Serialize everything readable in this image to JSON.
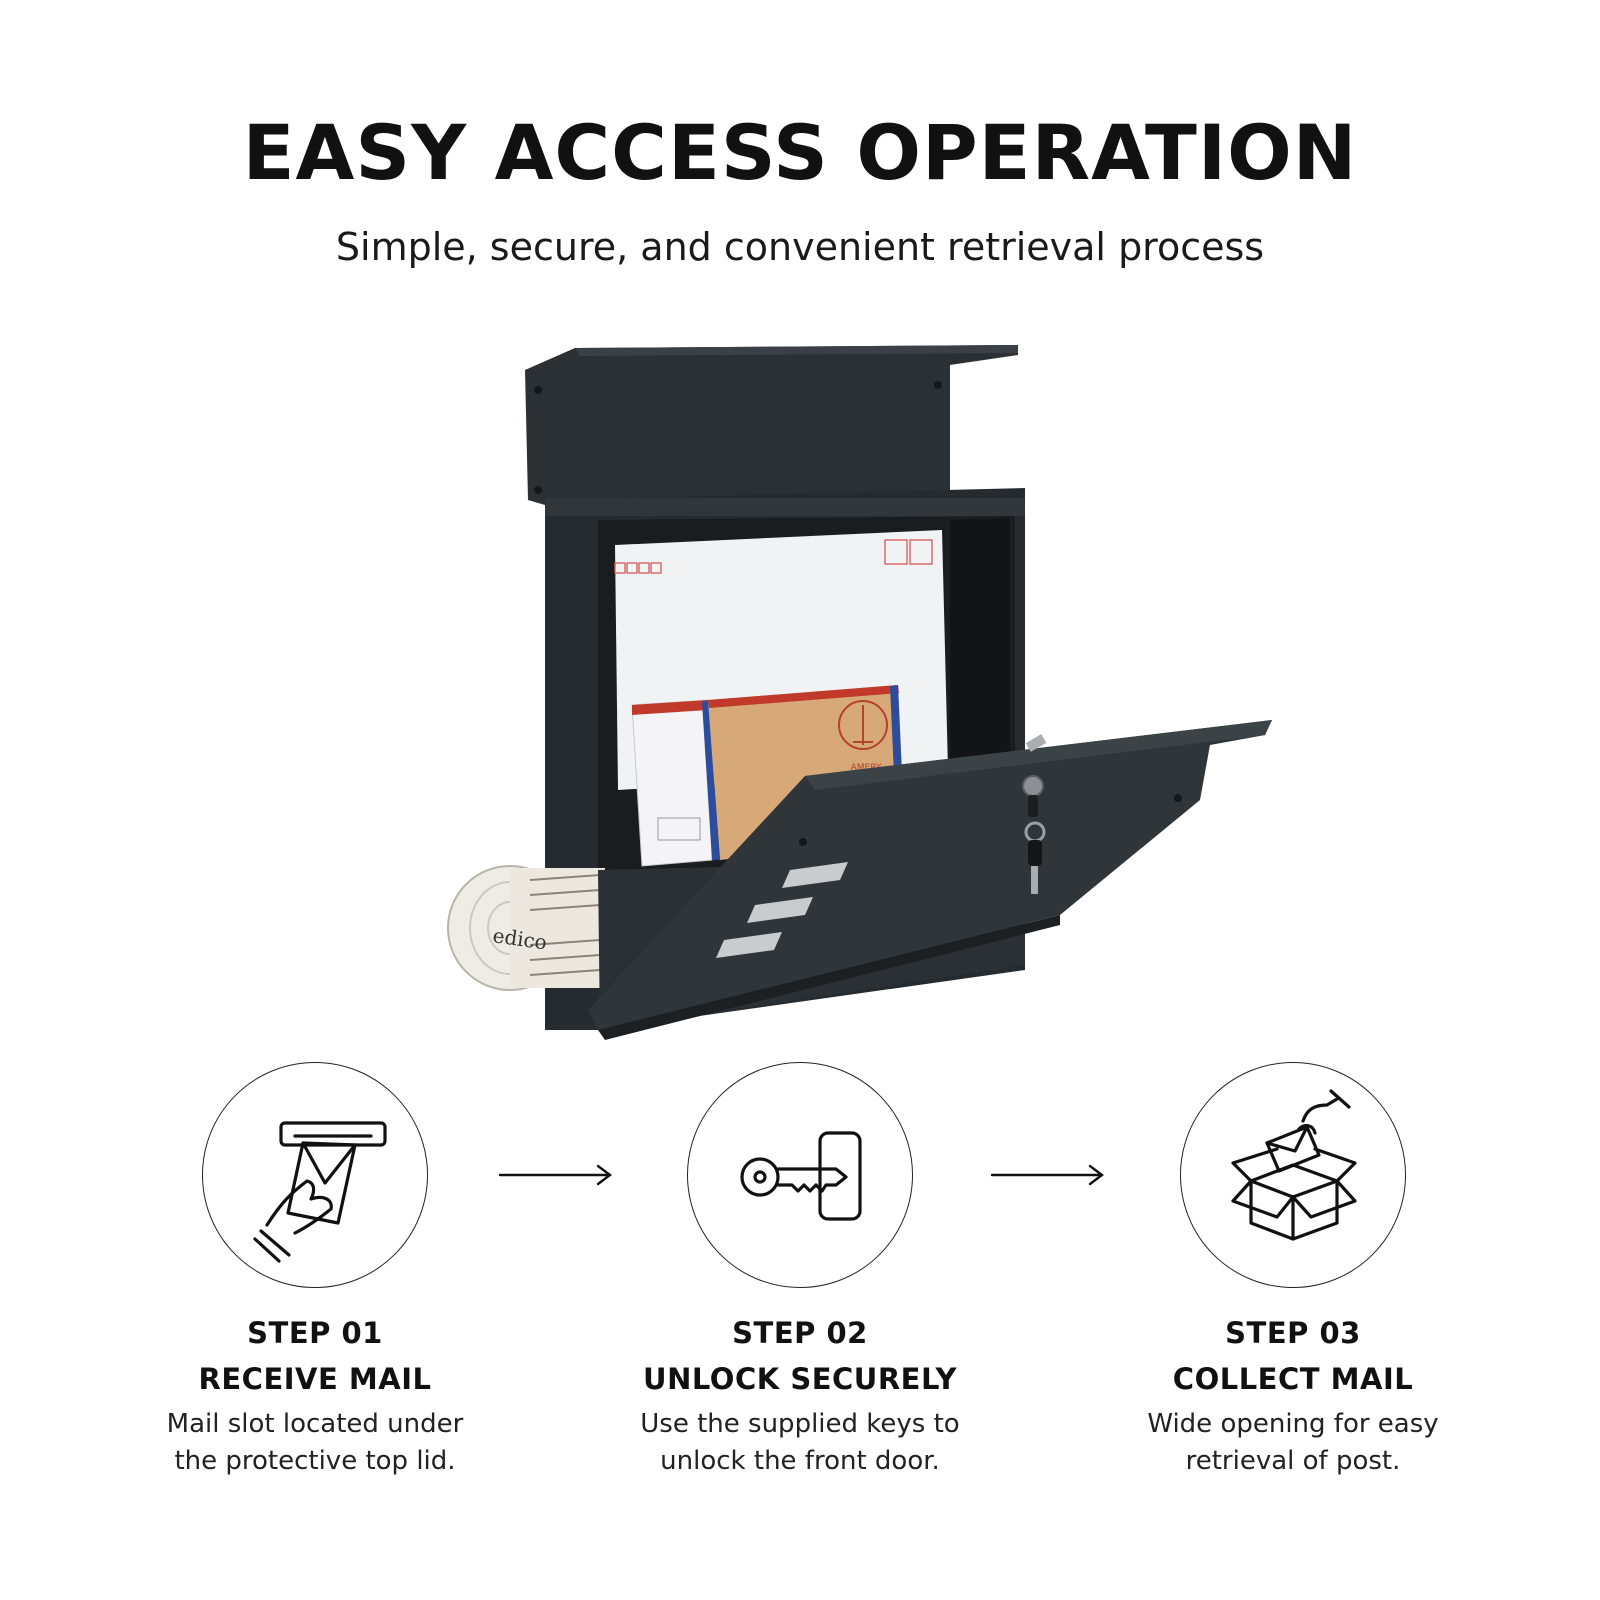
{
  "header": {
    "title": "EASY ACCESS OPERATION",
    "subtitle": "Simple, secure, and convenient retrieval process"
  },
  "hero": {
    "icon": "mailbox-with-mail-illustration",
    "newspaper_text": "edico",
    "stamp_text": "AMERY"
  },
  "steps": [
    {
      "number": "STEP 01",
      "name": "RECEIVE MAIL",
      "desc_line1": "Mail slot located under",
      "desc_line2": "the protective top lid.",
      "icon": "mail-slot-hand-icon"
    },
    {
      "number": "STEP 02",
      "name": "UNLOCK SECURELY",
      "desc_line1": "Use the supplied keys to",
      "desc_line2": "unlock the front door.",
      "icon": "key-lock-icon"
    },
    {
      "number": "STEP 03",
      "name": "COLLECT MAIL",
      "desc_line1": "Wide opening for easy",
      "desc_line2": "retrieval of post.",
      "icon": "open-box-letter-icon"
    }
  ],
  "colors": {
    "mailbox": "#2b3034",
    "mailbox_dark": "#1c2023",
    "text": "#111111",
    "background": "#ffffff",
    "kraft": "#d7a878",
    "airmail_red": "#c0392b",
    "airmail_blue": "#2c4d9c"
  }
}
